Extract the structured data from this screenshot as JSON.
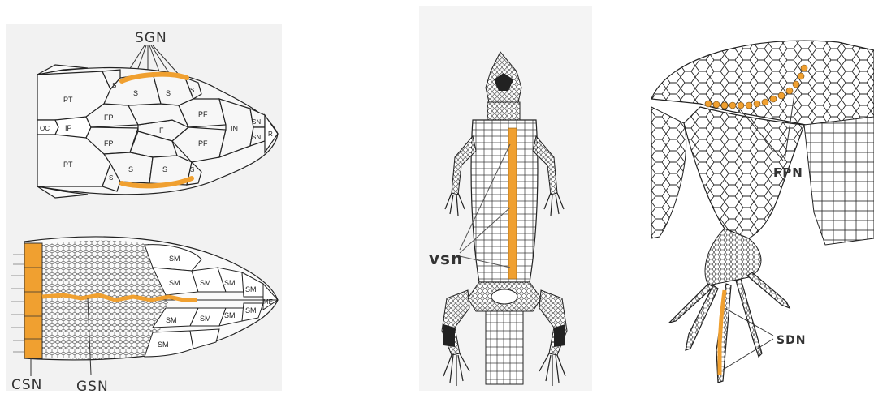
{
  "panels": [
    {
      "id": "head",
      "dorsal_scales": {
        "pt_top": "PT",
        "pt_bottom": "PT",
        "oc": "OC",
        "ip": "IP",
        "fp_top": "FP",
        "fp_bottom": "FP",
        "f": "F",
        "pf_top": "PF",
        "pf_bottom": "PF",
        "in": "IN",
        "sn_top": "SN",
        "sn_bottom": "SN",
        "r": "R",
        "s_labels": [
          "S",
          "S",
          "S",
          "S",
          "S",
          "S",
          "S",
          "S"
        ]
      },
      "ventral_scales": {
        "sm_labels": [
          "SM",
          "SM",
          "SM",
          "SM",
          "SM",
          "SM",
          "SM",
          "SM",
          "SM",
          "SM"
        ],
        "me": "ME"
      },
      "callouts": {
        "sgn": "SGN",
        "csn": "CSN",
        "gsn": "GSN"
      }
    },
    {
      "id": "body",
      "callouts": {
        "vsn": "vsn"
      }
    },
    {
      "id": "limb",
      "callouts": {
        "fpn": "FPN",
        "sdn": "SDN"
      }
    }
  ],
  "highlight_color": "#f0a030",
  "line_color": "#222222"
}
